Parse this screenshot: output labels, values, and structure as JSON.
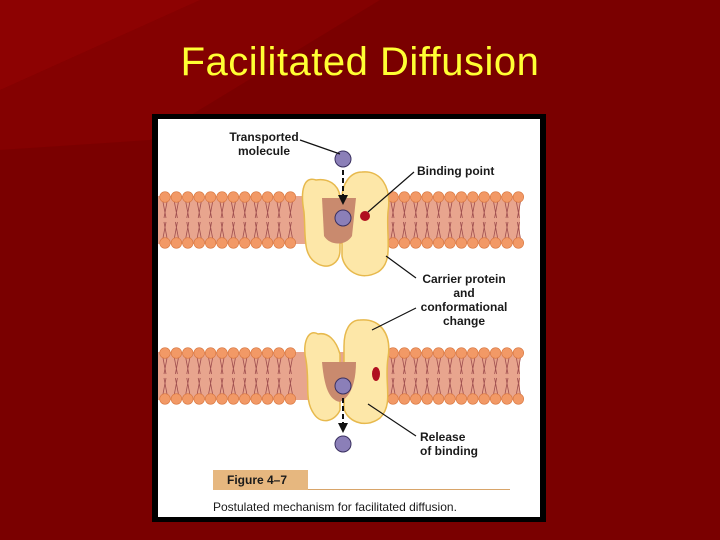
{
  "slide": {
    "title": "Facilitated Diffusion",
    "background_color": "#7a0000",
    "title_color": "#ffff33"
  },
  "figure": {
    "labels": {
      "transported_molecule": "Transported\nmolecule",
      "binding_point": "Binding point",
      "carrier_protein": "Carrier protein\nand\nconformational\nchange",
      "release": "Release\nof binding"
    },
    "figure_tag": "Figure 4–7",
    "caption": "Postulated mechanism for facilitated diffusion.",
    "colors": {
      "membrane_band": "#e8a58e",
      "lipid_head": "#f29966",
      "protein": "#fde7a8",
      "channel": "#c98a6e",
      "molecule": "#8b7fb8",
      "binding_site": "#b01020"
    }
  }
}
